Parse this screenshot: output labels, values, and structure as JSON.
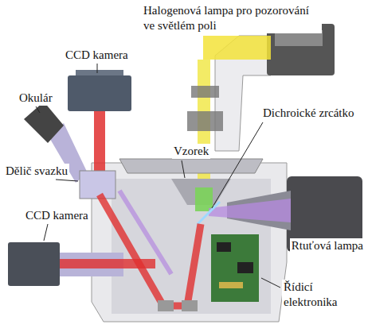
{
  "diagram": {
    "labels": [
      "Halogenová lampa pro pozorování ve světlém poli",
      "CCD kamera",
      "Okulár",
      "Dichroické zrcátko",
      "Vzorek",
      "Dělič svazku",
      "CCD kamera",
      "Rtuťová lampa",
      "Řídicí elektronika"
    ]
  }
}
